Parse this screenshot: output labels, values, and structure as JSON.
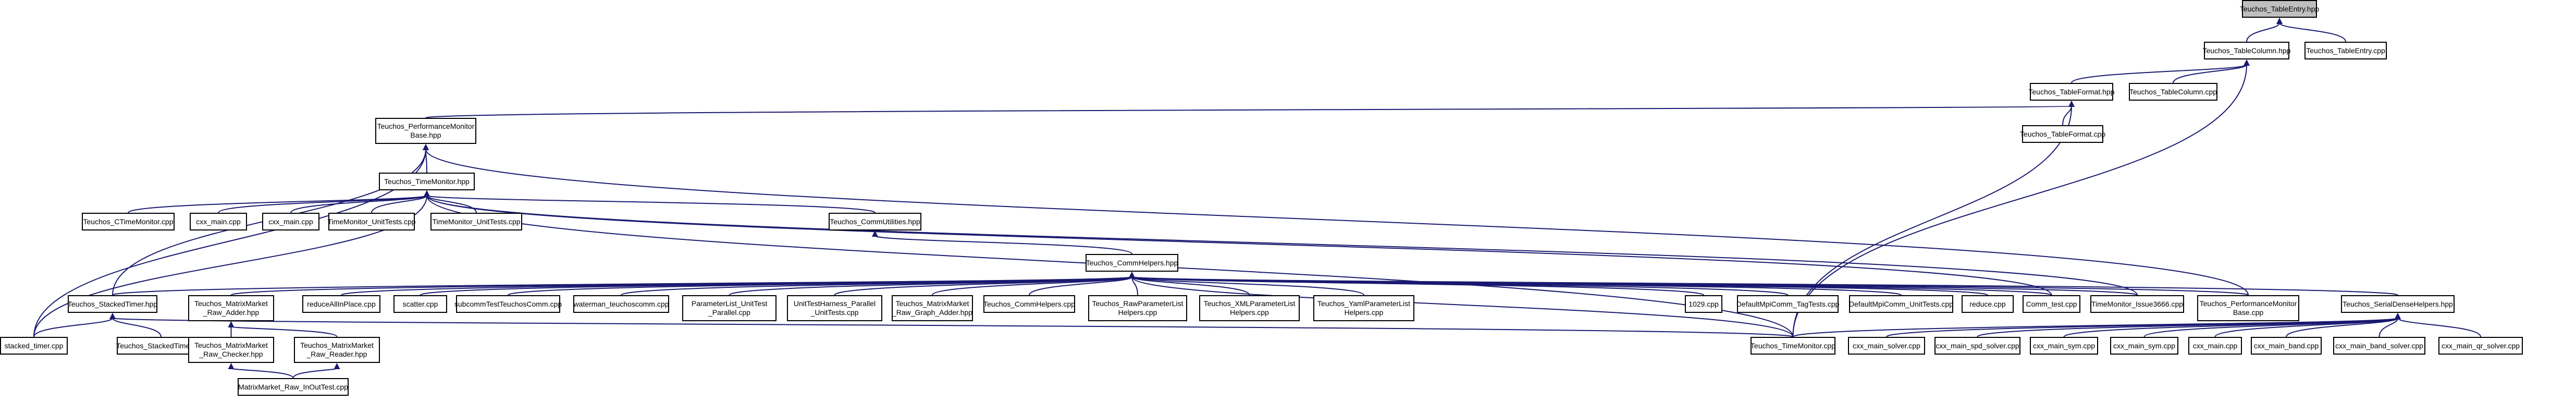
{
  "diagram": {
    "edge_color": "#191970",
    "root_fill": "#bfbfbf",
    "nodes": [
      {
        "id": "n0",
        "lines": [
          "Teuchos_TableEntry.hpp"
        ],
        "root": true
      },
      {
        "id": "n1",
        "lines": [
          "Teuchos_TableColumn.hpp"
        ]
      },
      {
        "id": "n2",
        "lines": [
          "Teuchos_TableEntry.cpp"
        ]
      },
      {
        "id": "n3",
        "lines": [
          "Teuchos_TableFormat.hpp"
        ]
      },
      {
        "id": "n4",
        "lines": [
          "Teuchos_TableColumn.cpp"
        ]
      },
      {
        "id": "n5",
        "lines": [
          "Teuchos_PerformanceMonitor",
          "Base.hpp"
        ]
      },
      {
        "id": "n6",
        "lines": [
          "Teuchos_TableFormat.cpp"
        ]
      },
      {
        "id": "n7",
        "lines": [
          "Teuchos_TimeMonitor.hpp"
        ]
      },
      {
        "id": "n8",
        "lines": [
          "Teuchos_CTimeMonitor.cpp"
        ]
      },
      {
        "id": "n9",
        "lines": [
          "cxx_main.cpp"
        ]
      },
      {
        "id": "n10",
        "lines": [
          "cxx_main.cpp"
        ]
      },
      {
        "id": "n11",
        "lines": [
          "TimeMonitor_UnitTests.cpp"
        ]
      },
      {
        "id": "n12",
        "lines": [
          "TimeMonitor_UnitTests.cpp"
        ]
      },
      {
        "id": "n13",
        "lines": [
          "Teuchos_CommUtilities.hpp"
        ]
      },
      {
        "id": "n14",
        "lines": [
          "Teuchos_CommHelpers.hpp"
        ]
      },
      {
        "id": "n15",
        "lines": [
          "Teuchos_StackedTimer.hpp"
        ]
      },
      {
        "id": "n16",
        "lines": [
          "Teuchos_MatrixMarket",
          "_Raw_Adder.hpp"
        ]
      },
      {
        "id": "n17",
        "lines": [
          "reduceAllInPlace.cpp"
        ]
      },
      {
        "id": "n18",
        "lines": [
          "scatter.cpp"
        ]
      },
      {
        "id": "n19",
        "lines": [
          "subcommTestTeuchosComm.cpp"
        ]
      },
      {
        "id": "n20",
        "lines": [
          "waterman_teuchoscomm.cpp"
        ]
      },
      {
        "id": "n21",
        "lines": [
          "ParameterList_UnitTest",
          "_Parallel.cpp"
        ]
      },
      {
        "id": "n22",
        "lines": [
          "UnitTestHarness_Parallel",
          "_UnitTests.cpp"
        ]
      },
      {
        "id": "n23",
        "lines": [
          "Teuchos_MatrixMarket",
          "_Raw_Graph_Adder.hpp"
        ]
      },
      {
        "id": "n24",
        "lines": [
          "Teuchos_CommHelpers.cpp"
        ]
      },
      {
        "id": "n25",
        "lines": [
          "Teuchos_RawParameterList",
          "Helpers.cpp"
        ]
      },
      {
        "id": "n26",
        "lines": [
          "Teuchos_XMLParameterList",
          "Helpers.cpp"
        ]
      },
      {
        "id": "n27",
        "lines": [
          "Teuchos_YamlParameterList",
          "Helpers.cpp"
        ]
      },
      {
        "id": "n28",
        "lines": [
          "1029.cpp"
        ]
      },
      {
        "id": "n29",
        "lines": [
          "DefaultMpiComm_TagTests.cpp"
        ]
      },
      {
        "id": "n30",
        "lines": [
          "DefaultMpiComm_UnitTests.cpp"
        ]
      },
      {
        "id": "n31",
        "lines": [
          "reduce.cpp"
        ]
      },
      {
        "id": "n32",
        "lines": [
          "Comm_test.cpp"
        ]
      },
      {
        "id": "n33",
        "lines": [
          "TimeMonitor_Issue3666.cpp"
        ]
      },
      {
        "id": "n34",
        "lines": [
          "Teuchos_PerformanceMonitor",
          "Base.cpp"
        ]
      },
      {
        "id": "n35",
        "lines": [
          "Teuchos_SerialDenseHelpers.hpp"
        ]
      },
      {
        "id": "n36",
        "lines": [
          "stacked_timer.cpp"
        ]
      },
      {
        "id": "n37",
        "lines": [
          "Teuchos_StackedTimer.cpp"
        ]
      },
      {
        "id": "n38",
        "lines": [
          "Teuchos_MatrixMarket",
          "_Raw_Checker.hpp"
        ]
      },
      {
        "id": "n39",
        "lines": [
          "Teuchos_MatrixMarket",
          "_Raw_Reader.hpp"
        ]
      },
      {
        "id": "n40",
        "lines": [
          "MatrixMarket_Raw_InOutTest.cpp"
        ]
      },
      {
        "id": "n41",
        "lines": [
          "Teuchos_TimeMonitor.cpp"
        ]
      },
      {
        "id": "n42",
        "lines": [
          "cxx_main_solver.cpp"
        ]
      },
      {
        "id": "n43",
        "lines": [
          "cxx_main_spd_solver.cpp"
        ]
      },
      {
        "id": "n44",
        "lines": [
          "cxx_main_sym.cpp"
        ]
      },
      {
        "id": "n45",
        "lines": [
          "cxx_main_sym.cpp"
        ]
      },
      {
        "id": "n46",
        "lines": [
          "cxx_main.cpp"
        ]
      },
      {
        "id": "n47",
        "lines": [
          "cxx_main_band.cpp"
        ]
      },
      {
        "id": "n48",
        "lines": [
          "cxx_main_band_solver.cpp"
        ]
      },
      {
        "id": "n49",
        "lines": [
          "cxx_main_qr_solver.cpp"
        ]
      }
    ]
  }
}
